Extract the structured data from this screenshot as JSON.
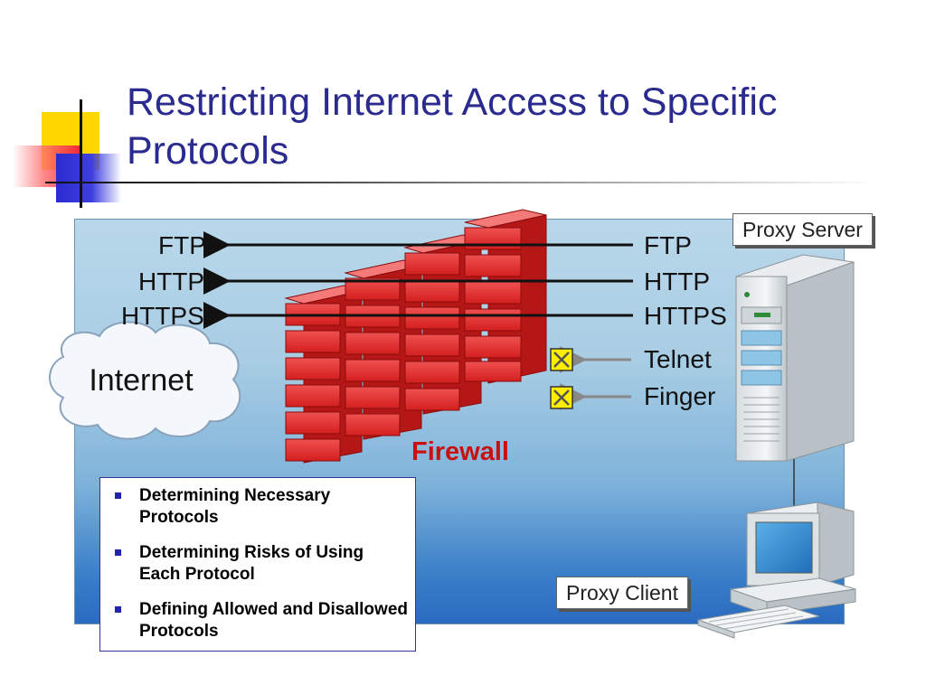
{
  "slide": {
    "title_line1": "Restricting Internet Access to Specific",
    "title_line2": "Protocols"
  },
  "diagram": {
    "internet_label": "Internet",
    "firewall_label": "Firewall",
    "proxy_server_label": "Proxy Server",
    "proxy_client_label": "Proxy Client",
    "left_protocols": [
      "FTP",
      "HTTP",
      "HTTPS"
    ],
    "right_protocols": [
      "FTP",
      "HTTP",
      "HTTPS",
      "Telnet",
      "Finger"
    ],
    "allowed_protocols": [
      "FTP",
      "HTTP",
      "HTTPS"
    ],
    "blocked_protocols": [
      "Telnet",
      "Finger"
    ],
    "colors": {
      "title": "#2b2b8f",
      "firewall_brick": "#e32b2b",
      "firewall_label": "#c81010",
      "blocked_marker": "#ffee00"
    }
  },
  "bullets": [
    "Determining Necessary Protocols",
    "Determining Risks of Using Each Protocol",
    "Defining Allowed and Disallowed Protocols"
  ]
}
